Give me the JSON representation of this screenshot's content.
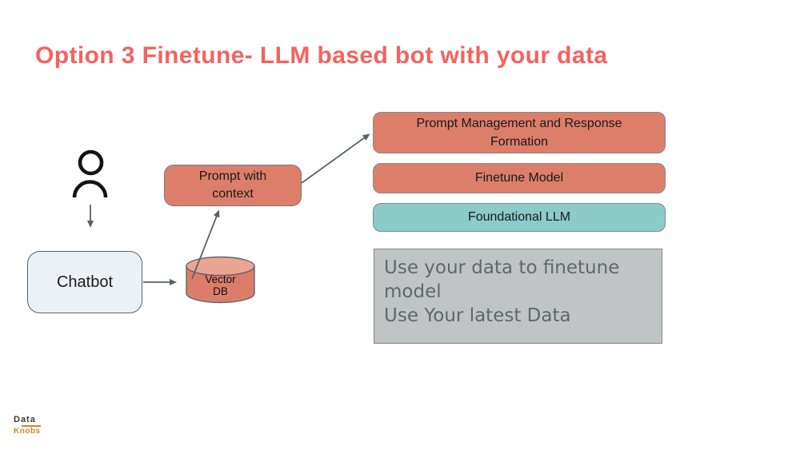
{
  "palette": {
    "title_red": "#F5625E",
    "salmon_fill": "#DD7E6B",
    "salmon_light_top": "#ECA593",
    "teal_fill": "#8BCBC8",
    "chatbot_fill": "#ECF1F5",
    "note_fill": "#C1C4C5",
    "note_text": "#5C696C",
    "arrow_gray": "#5B6165"
  },
  "title": "Option 3 Finetune- LLM based bot with your data",
  "nodes": {
    "chatbot": {
      "label": "Chatbot"
    },
    "vector_db": {
      "line1": "Vector",
      "line2": "DB"
    },
    "prompt_with_context": {
      "line1": "Prompt with",
      "line2": "context"
    },
    "prompt_management": {
      "line1": "Prompt Management and Response",
      "line2": "Formation"
    },
    "finetune_model": {
      "label": "Finetune Model"
    },
    "foundational_llm": {
      "label": "Foundational LLM"
    },
    "note": {
      "line1": "Use your data to finetune",
      "line2": "model",
      "line3": "Use Your latest Data"
    }
  },
  "logo": {
    "top": "Data",
    "bottom": "Knobs"
  }
}
